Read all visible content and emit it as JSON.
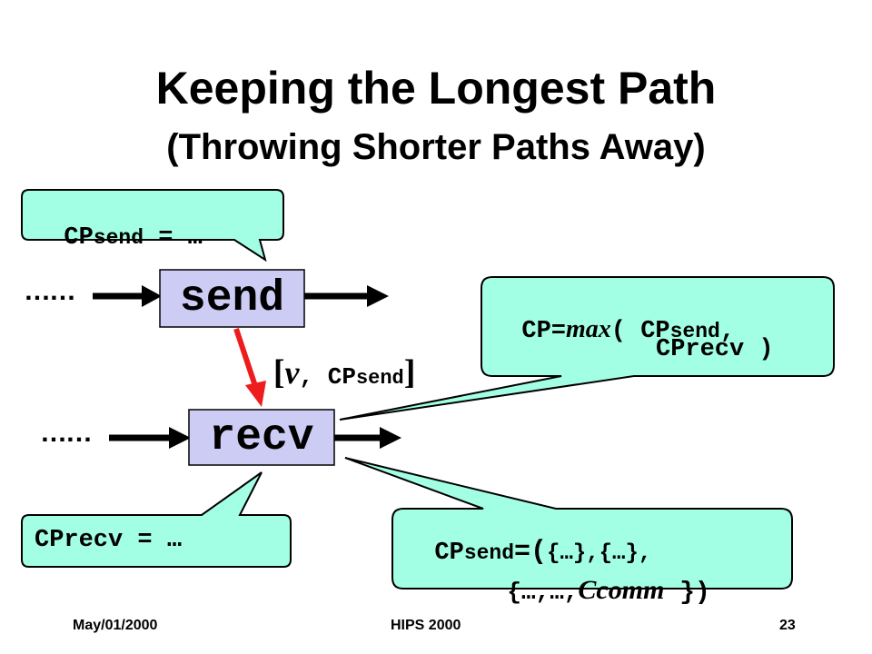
{
  "slide": {
    "title": "Keeping the Longest Path",
    "subtitle": "(Throwing Shorter Paths Away)"
  },
  "nodes": {
    "send": "send",
    "recv": "recv"
  },
  "callouts": {
    "cp_send": {
      "prefix": "CP",
      "sub": "send",
      "suffix": " = …"
    },
    "cp_recv": {
      "text": "CPrecv = …"
    },
    "cp_max": {
      "line1_a": "CP=",
      "line1_max": "max",
      "line1_b": "( CP",
      "line1_sub": "send",
      "line1_c": ",",
      "line2": "CPrecv )"
    },
    "cp_send_tuple": {
      "line1_a": "CP",
      "line1_sub": "send",
      "line1_b": "=(",
      "line1_c": "{…},{…},",
      "line2_a": "{…,…,",
      "line2_ital": "Ccomm",
      "line2_b": " })"
    }
  },
  "message_label": {
    "open": "[",
    "var": "v",
    "comma": ", CP",
    "sub": "send",
    "close": "]"
  },
  "dots": "……",
  "footer": {
    "date": "May/01/2000",
    "event": "HIPS 2000",
    "page": "23"
  },
  "colors": {
    "node_fill": "#ccccf5",
    "callout_fill": "#a3ffe3",
    "message_arrow": "#ee1c1c"
  }
}
